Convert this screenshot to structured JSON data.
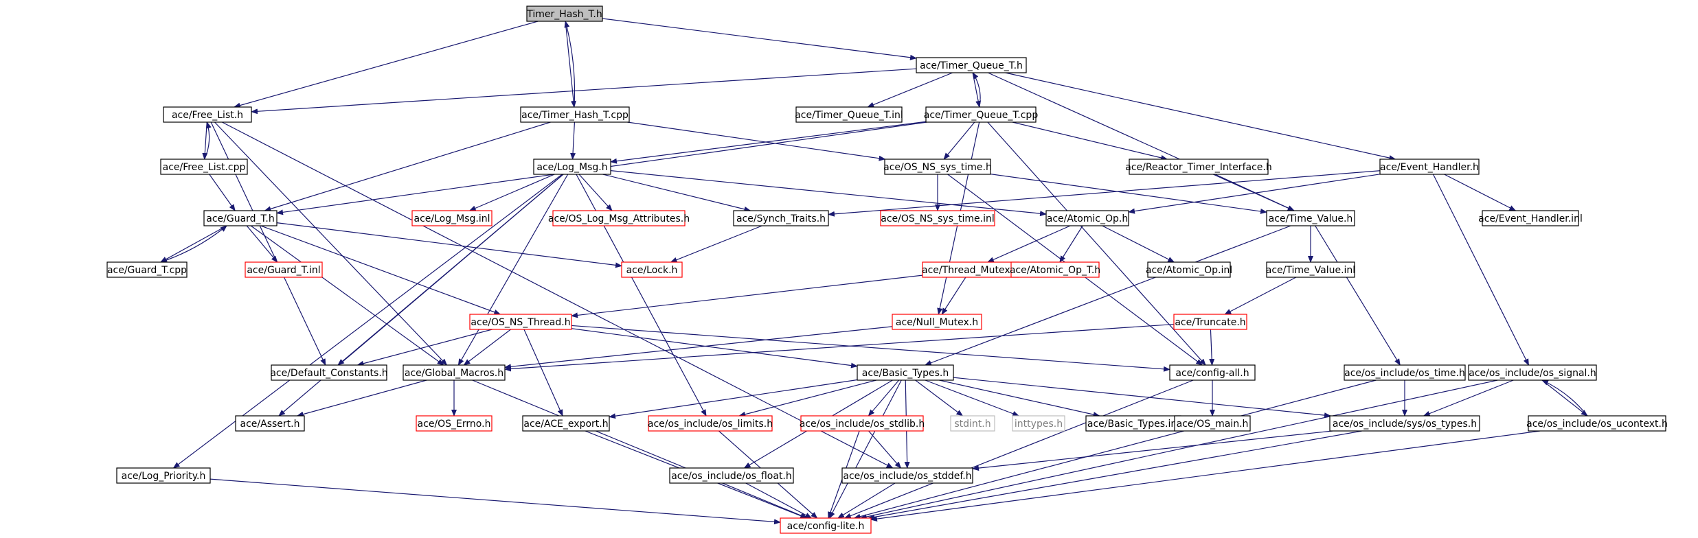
{
  "colors": {
    "edge": "#191970",
    "node_border": "#000000",
    "missing_border": "#ff0000",
    "external_border": "#bfbfbf",
    "current_fill": "#bfbfbf"
  },
  "nodes": [
    {
      "id": "timer_hash_t_h",
      "label": "Timer_Hash_T.h",
      "kind": "current"
    },
    {
      "id": "timer_queue_t_h",
      "label": "ace/Timer_Queue_T.h",
      "kind": "normal"
    },
    {
      "id": "free_list_h",
      "label": "ace/Free_List.h",
      "kind": "normal"
    },
    {
      "id": "timer_hash_t_cpp",
      "label": "ace/Timer_Hash_T.cpp",
      "kind": "normal"
    },
    {
      "id": "timer_queue_t_inl",
      "label": "ace/Timer_Queue_T.inl",
      "kind": "normal"
    },
    {
      "id": "timer_queue_t_cpp",
      "label": "ace/Timer_Queue_T.cpp",
      "kind": "normal"
    },
    {
      "id": "free_list_cpp",
      "label": "ace/Free_List.cpp",
      "kind": "normal"
    },
    {
      "id": "log_msg_h",
      "label": "ace/Log_Msg.h",
      "kind": "normal"
    },
    {
      "id": "os_ns_sys_time_h",
      "label": "ace/OS_NS_sys_time.h",
      "kind": "normal"
    },
    {
      "id": "reactor_timer_interface_h",
      "label": "ace/Reactor_Timer_Interface.h",
      "kind": "normal"
    },
    {
      "id": "event_handler_h",
      "label": "ace/Event_Handler.h",
      "kind": "normal"
    },
    {
      "id": "guard_t_h",
      "label": "ace/Guard_T.h",
      "kind": "normal"
    },
    {
      "id": "log_msg_inl",
      "label": "ace/Log_Msg.inl",
      "kind": "missing"
    },
    {
      "id": "os_log_msg_attributes_h",
      "label": "ace/OS_Log_Msg_Attributes.h",
      "kind": "missing"
    },
    {
      "id": "synch_traits_h",
      "label": "ace/Synch_Traits.h",
      "kind": "normal"
    },
    {
      "id": "os_ns_sys_time_inl",
      "label": "ace/OS_NS_sys_time.inl",
      "kind": "missing"
    },
    {
      "id": "atomic_op_h",
      "label": "ace/Atomic_Op.h",
      "kind": "normal"
    },
    {
      "id": "time_value_h",
      "label": "ace/Time_Value.h",
      "kind": "normal"
    },
    {
      "id": "event_handler_inl",
      "label": "ace/Event_Handler.inl",
      "kind": "normal"
    },
    {
      "id": "guard_t_cpp",
      "label": "ace/Guard_T.cpp",
      "kind": "normal"
    },
    {
      "id": "guard_t_inl",
      "label": "ace/Guard_T.inl",
      "kind": "missing"
    },
    {
      "id": "lock_h",
      "label": "ace/Lock.h",
      "kind": "missing"
    },
    {
      "id": "thread_mutex_h",
      "label": "ace/Thread_Mutex.h",
      "kind": "missing"
    },
    {
      "id": "atomic_op_t_h",
      "label": "ace/Atomic_Op_T.h",
      "kind": "missing"
    },
    {
      "id": "atomic_op_inl",
      "label": "ace/Atomic_Op.inl",
      "kind": "normal"
    },
    {
      "id": "time_value_inl",
      "label": "ace/Time_Value.inl",
      "kind": "normal"
    },
    {
      "id": "os_ns_thread_h",
      "label": "ace/OS_NS_Thread.h",
      "kind": "missing"
    },
    {
      "id": "null_mutex_h",
      "label": "ace/Null_Mutex.h",
      "kind": "missing"
    },
    {
      "id": "truncate_h",
      "label": "ace/Truncate.h",
      "kind": "missing"
    },
    {
      "id": "default_constants_h",
      "label": "ace/Default_Constants.h",
      "kind": "normal"
    },
    {
      "id": "global_macros_h",
      "label": "ace/Global_Macros.h",
      "kind": "normal"
    },
    {
      "id": "basic_types_h",
      "label": "ace/Basic_Types.h",
      "kind": "normal"
    },
    {
      "id": "config_all_h",
      "label": "ace/config-all.h",
      "kind": "normal"
    },
    {
      "id": "os_time_h",
      "label": "ace/os_include/os_time.h",
      "kind": "normal"
    },
    {
      "id": "os_signal_h",
      "label": "ace/os_include/os_signal.h",
      "kind": "normal"
    },
    {
      "id": "assert_h",
      "label": "ace/Assert.h",
      "kind": "normal"
    },
    {
      "id": "os_errno_h",
      "label": "ace/OS_Errno.h",
      "kind": "missing"
    },
    {
      "id": "ace_export_h",
      "label": "ace/ACE_export.h",
      "kind": "normal"
    },
    {
      "id": "os_limits_h",
      "label": "ace/os_include/os_limits.h",
      "kind": "missing"
    },
    {
      "id": "os_stdlib_h",
      "label": "ace/os_include/os_stdlib.h",
      "kind": "missing"
    },
    {
      "id": "stdint_h",
      "label": "stdint.h",
      "kind": "external"
    },
    {
      "id": "inttypes_h",
      "label": "inttypes.h",
      "kind": "external"
    },
    {
      "id": "basic_types_inl",
      "label": "ace/Basic_Types.inl",
      "kind": "normal"
    },
    {
      "id": "os_main_h",
      "label": "ace/OS_main.h",
      "kind": "normal"
    },
    {
      "id": "os_types_h",
      "label": "ace/os_include/sys/os_types.h",
      "kind": "normal"
    },
    {
      "id": "os_ucontext_h",
      "label": "ace/os_include/os_ucontext.h",
      "kind": "normal"
    },
    {
      "id": "log_priority_h",
      "label": "ace/Log_Priority.h",
      "kind": "normal"
    },
    {
      "id": "os_float_h",
      "label": "ace/os_include/os_float.h",
      "kind": "normal"
    },
    {
      "id": "os_stddef_h",
      "label": "ace/os_include/os_stddef.h",
      "kind": "normal"
    },
    {
      "id": "config_lite_h",
      "label": "ace/config-lite.h",
      "kind": "missing"
    }
  ],
  "edges": [
    [
      "timer_hash_t_h",
      "free_list_h"
    ],
    [
      "timer_hash_t_h",
      "timer_hash_t_cpp"
    ],
    [
      "timer_hash_t_h",
      "timer_queue_t_h"
    ],
    [
      "timer_hash_t_cpp",
      "timer_hash_t_h"
    ],
    [
      "timer_hash_t_cpp",
      "guard_t_h"
    ],
    [
      "timer_hash_t_cpp",
      "log_msg_h"
    ],
    [
      "timer_hash_t_cpp",
      "os_ns_sys_time_h"
    ],
    [
      "timer_queue_t_h",
      "free_list_h"
    ],
    [
      "timer_queue_t_h",
      "timer_queue_t_inl"
    ],
    [
      "timer_queue_t_h",
      "timer_queue_t_cpp"
    ],
    [
      "timer_queue_t_h",
      "time_value_h"
    ],
    [
      "timer_queue_t_h",
      "event_handler_h"
    ],
    [
      "timer_queue_t_cpp",
      "timer_queue_t_h"
    ],
    [
      "timer_queue_t_cpp",
      "guard_t_h"
    ],
    [
      "timer_queue_t_cpp",
      "log_msg_h"
    ],
    [
      "timer_queue_t_cpp",
      "os_ns_sys_time_h"
    ],
    [
      "timer_queue_t_cpp",
      "reactor_timer_interface_h"
    ],
    [
      "timer_queue_t_cpp",
      "null_mutex_h"
    ],
    [
      "timer_queue_t_cpp",
      "config_all_h"
    ],
    [
      "free_list_h",
      "free_list_cpp"
    ],
    [
      "free_list_h",
      "global_macros_h"
    ],
    [
      "free_list_h",
      "default_constants_h"
    ],
    [
      "free_list_h",
      "os_stddef_h"
    ],
    [
      "free_list_cpp",
      "free_list_h"
    ],
    [
      "free_list_cpp",
      "guard_t_h"
    ],
    [
      "log_msg_h",
      "log_msg_inl"
    ],
    [
      "log_msg_h",
      "os_log_msg_attributes_h"
    ],
    [
      "log_msg_h",
      "synch_traits_h"
    ],
    [
      "log_msg_h",
      "atomic_op_h"
    ],
    [
      "log_msg_h",
      "global_macros_h"
    ],
    [
      "log_msg_h",
      "default_constants_h"
    ],
    [
      "log_msg_h",
      "log_priority_h"
    ],
    [
      "log_msg_h",
      "os_limits_h"
    ],
    [
      "log_msg_h",
      "assert_h"
    ],
    [
      "os_ns_sys_time_h",
      "os_ns_sys_time_inl"
    ],
    [
      "os_ns_sys_time_h",
      "time_value_h"
    ],
    [
      "os_ns_sys_time_h",
      "config_all_h"
    ],
    [
      "reactor_timer_interface_h",
      "time_value_h"
    ],
    [
      "event_handler_h",
      "event_handler_inl"
    ],
    [
      "event_handler_h",
      "atomic_op_h"
    ],
    [
      "event_handler_h",
      "synch_traits_h"
    ],
    [
      "event_handler_h",
      "os_signal_h"
    ],
    [
      "guard_t_h",
      "guard_t_cpp"
    ],
    [
      "guard_t_h",
      "guard_t_inl"
    ],
    [
      "guard_t_h",
      "lock_h"
    ],
    [
      "guard_t_h",
      "os_ns_thread_h"
    ],
    [
      "guard_t_h",
      "global_macros_h"
    ],
    [
      "guard_t_cpp",
      "guard_t_h"
    ],
    [
      "synch_traits_h",
      "lock_h"
    ],
    [
      "atomic_op_h",
      "thread_mutex_h"
    ],
    [
      "atomic_op_h",
      "atomic_op_t_h"
    ],
    [
      "atomic_op_h",
      "atomic_op_inl"
    ],
    [
      "time_value_h",
      "time_value_inl"
    ],
    [
      "time_value_h",
      "basic_types_h"
    ],
    [
      "time_value_h",
      "os_time_h"
    ],
    [
      "time_value_inl",
      "truncate_h"
    ],
    [
      "thread_mutex_h",
      "os_ns_thread_h"
    ],
    [
      "thread_mutex_h",
      "null_mutex_h"
    ],
    [
      "null_mutex_h",
      "global_macros_h"
    ],
    [
      "truncate_h",
      "global_macros_h"
    ],
    [
      "truncate_h",
      "config_all_h"
    ],
    [
      "os_ns_thread_h",
      "default_constants_h"
    ],
    [
      "os_ns_thread_h",
      "global_macros_h"
    ],
    [
      "os_ns_thread_h",
      "ace_export_h"
    ],
    [
      "os_ns_thread_h",
      "basic_types_h"
    ],
    [
      "os_ns_thread_h",
      "config_all_h"
    ],
    [
      "global_macros_h",
      "assert_h"
    ],
    [
      "global_macros_h",
      "os_errno_h"
    ],
    [
      "global_macros_h",
      "config_lite_h"
    ],
    [
      "basic_types_h",
      "ace_export_h"
    ],
    [
      "basic_types_h",
      "os_limits_h"
    ],
    [
      "basic_types_h",
      "os_stdlib_h"
    ],
    [
      "basic_types_h",
      "os_float_h"
    ],
    [
      "basic_types_h",
      "os_stddef_h"
    ],
    [
      "basic_types_h",
      "stdint_h"
    ],
    [
      "basic_types_h",
      "inttypes_h"
    ],
    [
      "basic_types_h",
      "basic_types_inl"
    ],
    [
      "basic_types_h",
      "os_types_h"
    ],
    [
      "basic_types_h",
      "config_lite_h"
    ],
    [
      "config_all_h",
      "os_main_h"
    ],
    [
      "config_all_h",
      "config_lite_h"
    ],
    [
      "os_time_h",
      "os_types_h"
    ],
    [
      "os_time_h",
      "config_lite_h"
    ],
    [
      "os_signal_h",
      "os_types_h"
    ],
    [
      "os_signal_h",
      "os_ucontext_h"
    ],
    [
      "os_signal_h",
      "config_lite_h"
    ],
    [
      "os_ucontext_h",
      "os_signal_h"
    ],
    [
      "os_ucontext_h",
      "config_lite_h"
    ],
    [
      "os_types_h",
      "os_stddef_h"
    ],
    [
      "os_types_h",
      "config_lite_h"
    ],
    [
      "ace_export_h",
      "config_lite_h"
    ],
    [
      "os_limits_h",
      "config_lite_h"
    ],
    [
      "os_stdlib_h",
      "os_stddef_h"
    ],
    [
      "os_stdlib_h",
      "config_lite_h"
    ],
    [
      "os_float_h",
      "config_lite_h"
    ],
    [
      "os_stddef_h",
      "config_lite_h"
    ],
    [
      "log_priority_h",
      "config_lite_h"
    ]
  ]
}
